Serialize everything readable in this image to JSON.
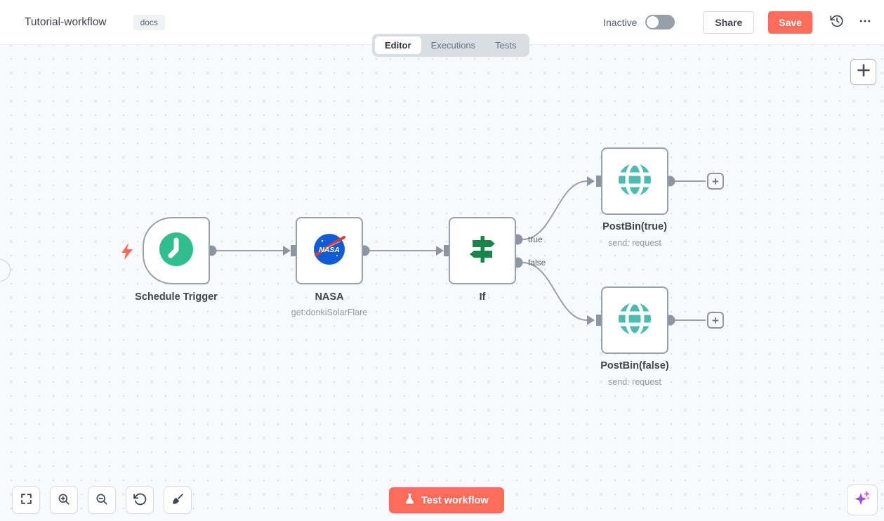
{
  "header": {
    "title": "Tutorial-workflow",
    "tag": "docs",
    "status_label": "Inactive",
    "toggle_state": "off",
    "share_label": "Share",
    "save_label": "Save",
    "icons": [
      "history-icon",
      "ellipsis-icon"
    ],
    "accent_color": "#ff6d5a"
  },
  "tabs": {
    "active": "Editor",
    "items": [
      {
        "label": "Editor"
      },
      {
        "label": "Executions"
      },
      {
        "label": "Tests"
      }
    ]
  },
  "canvas": {
    "plus_label": "+",
    "edge_labels": {
      "true": "true",
      "false": "false"
    },
    "nodes": [
      {
        "id": "schedule-trigger",
        "label": "Schedule Trigger",
        "subtitle": "",
        "icon": "clock-icon",
        "icon_color": "#2fbf8f",
        "type": "trigger"
      },
      {
        "id": "nasa",
        "label": "NASA",
        "subtitle": "get:donkiSolarFlare",
        "icon": "nasa-logo",
        "icon_color": "#105bd8"
      },
      {
        "id": "if",
        "label": "If",
        "subtitle": "",
        "icon": "signpost-icon",
        "icon_color": "#17864a",
        "outputs": [
          "true",
          "false"
        ]
      },
      {
        "id": "postbin-true",
        "label": "PostBin(true)",
        "subtitle": "send: request",
        "icon": "globe-icon",
        "icon_color": "#4cbcb0"
      },
      {
        "id": "postbin-false",
        "label": "PostBin(false)",
        "subtitle": "send: request",
        "icon": "globe-icon",
        "icon_color": "#4cbcb0"
      }
    ]
  },
  "footer": {
    "test_button_label": "Test workflow",
    "controls": [
      "fit-view",
      "zoom-in",
      "zoom-out",
      "reset-zoom",
      "tidy-up"
    ],
    "assistant_icon": "sparkles-icon"
  }
}
